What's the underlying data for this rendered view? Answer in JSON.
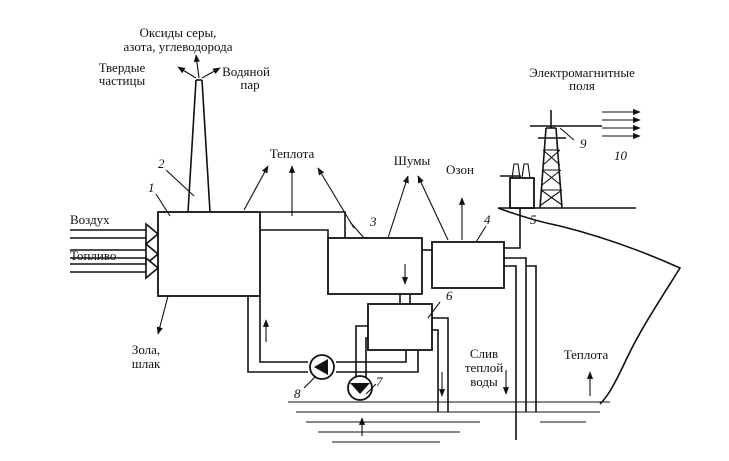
{
  "labels": {
    "emissions_line1": "Оксиды серы,",
    "emissions_line2": "азота, углеводорода",
    "solid_line1": "Твердые",
    "solid_line2": "частицы",
    "steam_line1": "Водяной",
    "steam_line2": "пар",
    "emf_line1": "Электромагнитные",
    "emf_line2": "поля",
    "heat_top": "Теплота",
    "noise": "Шумы",
    "ozone": "Озон",
    "air": "Воздух",
    "fuel": "Топливо",
    "ash_line1": "Зола,",
    "ash_line2": "шлак",
    "drain_line1": "Слив",
    "drain_line2": "теплой",
    "drain_line3": "воды",
    "heat_water": "Теплота"
  },
  "numbers": {
    "n1": "1",
    "n2": "2",
    "n3": "3",
    "n4": "4",
    "n5": "5",
    "n6": "6",
    "n7": "7",
    "n8": "8",
    "n9": "9",
    "n10": "10"
  }
}
